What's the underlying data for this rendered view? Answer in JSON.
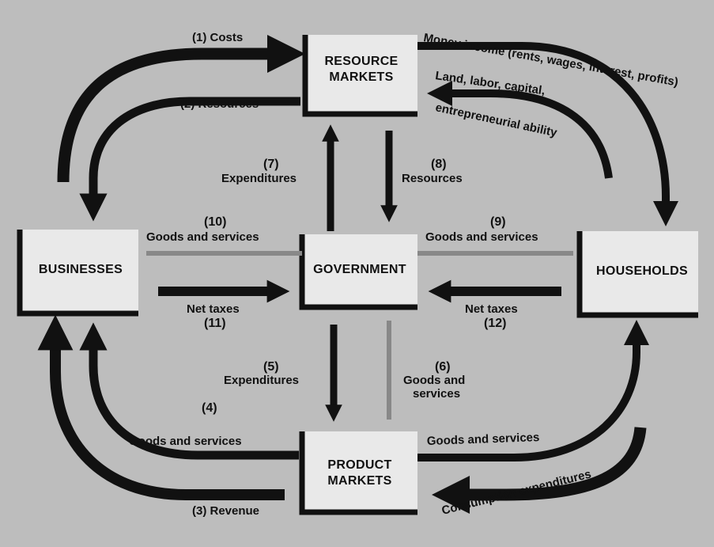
{
  "nodes": {
    "resource_markets": [
      "RESOURCE",
      "MARKETS"
    ],
    "product_markets": [
      "PRODUCT",
      "MARKETS"
    ],
    "government": "GOVERNMENT",
    "businesses": "BUSINESSES",
    "households": "HOUSEHOLDS"
  },
  "flows": {
    "f1": "(1) Costs",
    "f2": "(2) Resources",
    "f3": "(3) Revenue",
    "f4_num": "(4)",
    "f4_text": "Goods and services",
    "f5_num": "(5)",
    "f5_text": "Expenditures",
    "f6_num": "(6)",
    "f6_text": [
      "Goods and",
      "services"
    ],
    "f7_num": "(7)",
    "f7_text": "Expenditures",
    "f8_num": "(8)",
    "f8_text": "Resources",
    "f9_num": "(9)",
    "f9_text": "Goods and services",
    "f10_num": "(10)",
    "f10_text": "Goods and services",
    "f11_text": "Net taxes",
    "f11_num": "(11)",
    "f12_text": "Net taxes",
    "f12_num": "(12)",
    "money_income": "Money income (rents, wages, interest, profits)",
    "land_labor": [
      "Land, labor, capital,",
      "entrepreneurial ability"
    ],
    "goods_services_hh": "Goods and services",
    "consumption": "Consumption expenditures"
  },
  "colors": {
    "background": "#bdbdbd",
    "box_fill": "#e9e9e9",
    "arrow": "#111111"
  }
}
